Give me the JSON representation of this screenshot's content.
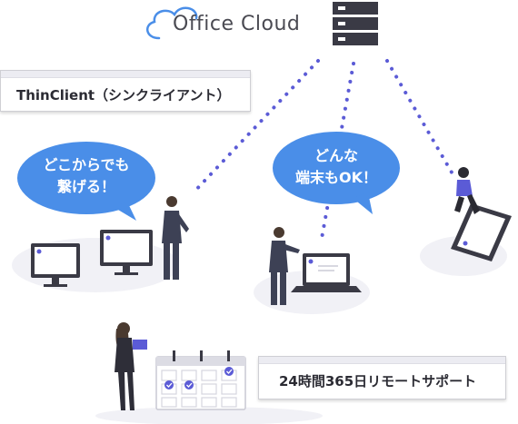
{
  "logo": {
    "name": "Office Cloud",
    "icon": "cloud-icon"
  },
  "labels": {
    "thin_client": "ThinClient（シンクライアント）",
    "support": "24時間365日リモートサポート"
  },
  "bubbles": {
    "left_line1": "どこからでも",
    "left_line2": "繋げる！",
    "center_line1": "どんな",
    "center_line2": "端末もOK！"
  },
  "colors": {
    "accent": "#5b5bd6",
    "bubble": "#4a8ee8",
    "dark": "#3a3a45",
    "platform": "#f1f1f6"
  }
}
